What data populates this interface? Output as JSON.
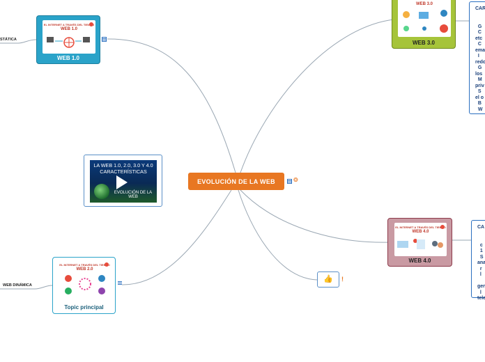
{
  "central": {
    "title": "EVOLUCIÓN DE LA WEB"
  },
  "topics": {
    "web1": {
      "label": "WEB 1.0",
      "inner_header": "EL INTERNET A TRAVÉS DEL TIEMPO",
      "inner_title": "WEB 1.0"
    },
    "web2": {
      "label": "Topic principal",
      "inner_header": "EL INTERNET A TRAVÉS DEL TIEMPO",
      "inner_title": "WEB 2.0"
    },
    "web3": {
      "label": "WEB 3.0",
      "inner_title": "WEB 3.0"
    },
    "web4": {
      "label": "WEB 4.0",
      "inner_header": "EL INTERNET A TRAVÉS DEL TIEMPO",
      "inner_title": "WEB 4.0"
    }
  },
  "video": {
    "line1": "LA WEB 1.0, 2.0, 3.0 Y 4.0",
    "line2": "CARACTERÍSTICAS",
    "line3": "EVOLUCIÓN DE LA WEB"
  },
  "leaves": {
    "estatica": "STÁTICA",
    "dinamica": "WEB DINÁMICA"
  },
  "side3_text": "CAR\n\n\n  G\n  C\netc\n  C\nema\n  I\nredo\n  G\nlos\n  M\npriv\n  S\nel o\n  B\n  W",
  "side4_text": "CA\n\n\n  c\n  1\n  S\nana\n  r\n  l\n\ngen\n  l\ntele",
  "colors": {
    "central": "#e87722",
    "web1": "#2aa3c9",
    "web3": "#a6c43a",
    "web4": "#c99aa3",
    "link": "#9aa7b3"
  },
  "icons": {
    "note": "note-icon",
    "emoji": "globe-emoji-icon",
    "thumb": "thumbs-up-icon",
    "exclaim": "exclamation-icon"
  }
}
